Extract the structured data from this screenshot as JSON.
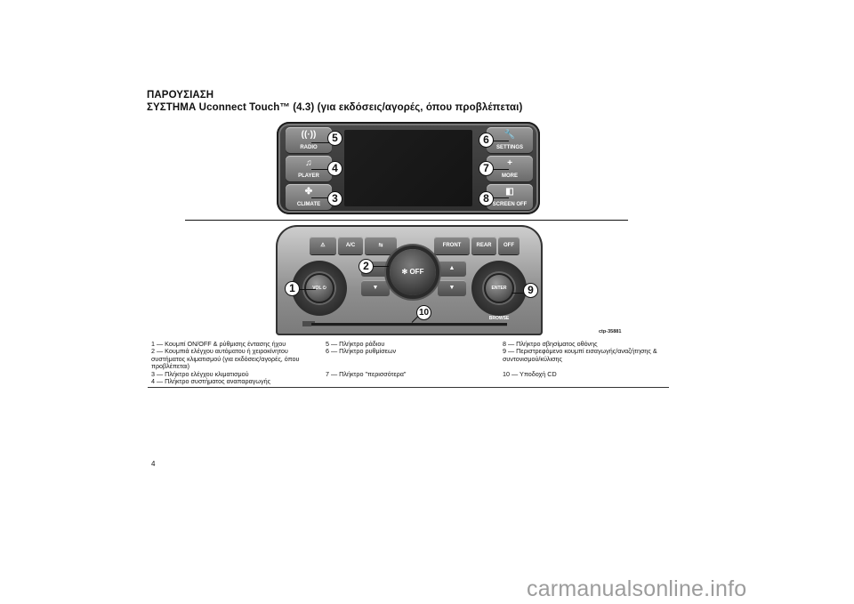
{
  "document": {
    "section_title": "ΠΑΡΟΥΣΙΑΣΗ",
    "subtitle": "ΣΥΣΤΗΜΑ Uconnect Touch™ (4.3) (για εκδόσεις/αγορές, όπου προβλέπεται)",
    "figure_id": "ctp-35881",
    "page_number": "4",
    "watermark": "carmanualsonline.info"
  },
  "figure": {
    "screen_panel": {
      "left_buttons": [
        {
          "label": "RADIO",
          "icon": "radio-antenna-icon",
          "glyph": "((·))",
          "callout": "5"
        },
        {
          "label": "PLAYER",
          "icon": "media-player-icon",
          "glyph": "♫",
          "callout": "4"
        },
        {
          "label": "CLIMATE",
          "icon": "fan-icon",
          "glyph": "✤",
          "callout": "3"
        }
      ],
      "right_buttons": [
        {
          "label": "SETTINGS",
          "icon": "wrench-icon",
          "glyph": "🔧",
          "callout": "6"
        },
        {
          "label": "MORE",
          "icon": "plus-icon",
          "glyph": "+",
          "callout": "7"
        },
        {
          "label": "SCREEN OFF",
          "icon": "screen-off-icon",
          "glyph": "◧",
          "callout": "8"
        }
      ]
    },
    "control_panel": {
      "top_buttons": [
        {
          "label": "⚠",
          "icon": "hazard-icon"
        },
        {
          "label": "A/C",
          "icon": "ac-icon"
        },
        {
          "label": "⇆",
          "icon": "recirculation-icon"
        },
        {
          "label": "FRONT",
          "icon": "front-defrost-icon"
        },
        {
          "label": "REAR",
          "icon": "rear-defrost-icon"
        },
        {
          "label": "OFF",
          "icon": "seatbelt-off-icon"
        }
      ],
      "center_knob_label": "✻ OFF",
      "volume_knob_label": "VOL ⏻",
      "tune_knob_label": "ENTER BROWSE",
      "callouts": {
        "volume": "1",
        "climate_center": "2",
        "tune": "9",
        "cd_slot": "10"
      },
      "arrow_up": "▲",
      "arrow_down": "▼"
    }
  },
  "legend": {
    "column1": [
      "1 — Κουμπί ON/OFF & ρύθμισης έντασης ήχου",
      "2 — Κουμπιά ελέγχου αυτόματου ή χειροκίνητου συστήματος κλιματισμού (για εκδόσεις/αγορές, όπου προβλέπεται)",
      "3 — Πλήκτρο ελέγχου κλιματισμού",
      "4 — Πλήκτρο συστήματος αναπαραγωγής"
    ],
    "column2": [
      "5 — Πλήκτρο ράδιου",
      "6 — Πλήκτρο ρυθμίσεων",
      "7 — Πλήκτρο \"περισσότερα\""
    ],
    "column3": [
      "8 — Πλήκτρο σβησίματος οθόνης",
      "9 — Περιστρεφόμενο κουμπί εισαγωγής/αναζήτησης & συντονισμού/κύλισης",
      "10 — Υποδοχή CD"
    ]
  }
}
